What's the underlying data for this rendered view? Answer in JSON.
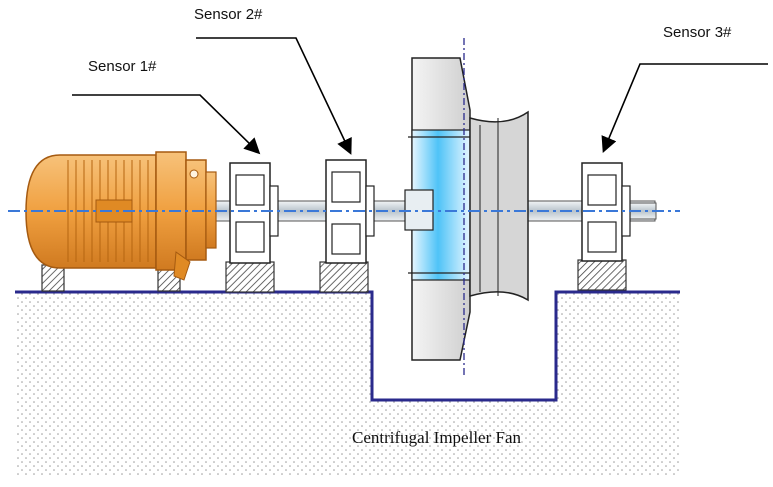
{
  "labels": {
    "sensor1": "Sensor 1#",
    "sensor2": "Sensor 2#",
    "sensor3": "Sensor 3#",
    "fan": "Centrifugal Impeller Fan"
  },
  "colors": {
    "motor": "#f0a040",
    "motor_dark": "#c8741c",
    "ground_line": "#2a2a8c",
    "centerline": "#3a78d8",
    "impeller_blue": "#4fc3f7",
    "bearing": "#ffffff",
    "shaft": "#c9d3da"
  }
}
